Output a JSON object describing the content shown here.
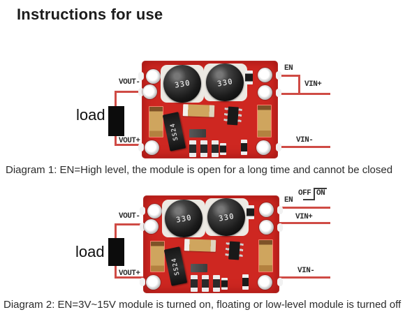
{
  "page": {
    "title": "Instructions for use"
  },
  "pcb": {
    "inductor_label": "330",
    "diode_label": "SS24"
  },
  "diagram1": {
    "caption": "Diagram 1: EN=High level, the module is open for a long time and cannot be closed",
    "labels": {
      "vout_minus": "VOUT-",
      "vout_plus": "VOUT+",
      "load": "load",
      "en": "EN",
      "vin_plus": "VIN+",
      "vin_minus": "VIN-"
    }
  },
  "diagram2": {
    "caption": "Diagram 2: EN=3V~15V module is turned on, floating or low-level module is turned off",
    "labels": {
      "vout_minus": "VOUT-",
      "vout_plus": "VOUT+",
      "load": "load",
      "en": "EN",
      "off": "OFF",
      "on": "ON",
      "vin_plus": "VIN+",
      "vin_minus": "VIN-"
    }
  },
  "colors": {
    "board_red": "#ce2721",
    "wire_red": "#cf4b45",
    "load_black": "#0c0c0c",
    "label_text": "#2d2d2d"
  }
}
